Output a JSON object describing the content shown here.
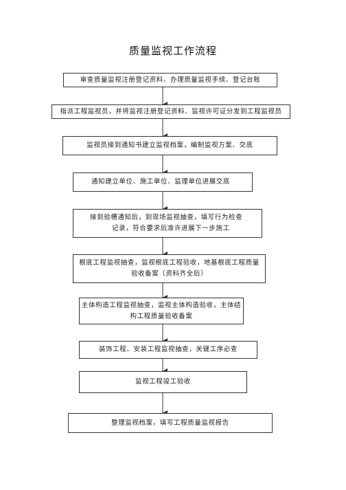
{
  "title": "质量监视工作流程",
  "steps": [
    {
      "lines": [
        "审查质量监视注册登记资料、办理质量监视手续、登记台账"
      ]
    },
    {
      "lines": [
        "指派工程监视员，并将监视注册登记资料、监视许可证分发到工程监视员"
      ]
    },
    {
      "lines": [
        "监视员接到通知书建立监视档案，编制监视方案、交底"
      ]
    },
    {
      "lines": [
        "通知建立单位、施工单位、监理单位进展交底"
      ]
    },
    {
      "lines": [
        "接到验槽通知后，到现场监视抽查，填写行为检查",
        "记录，符合要求后准许进展下一步施工"
      ]
    },
    {
      "lines": [
        "根底工程监视抽查，监视根底工程验收，地基根底工程质量",
        "验收备案〔资料齐全后〕"
      ]
    },
    {
      "lines": [
        "主体构造工程监视抽查，监视主体构造验收，主体结",
        "构工程质量验收备案"
      ]
    },
    {
      "lines": [
        "装饰工程、安装工程监视抽查，关键工序必查"
      ]
    },
    {
      "lines": [
        "监视工程竣工验收"
      ]
    },
    {
      "lines": [
        "整理监视档案，填写工程质量监视报告"
      ]
    }
  ]
}
